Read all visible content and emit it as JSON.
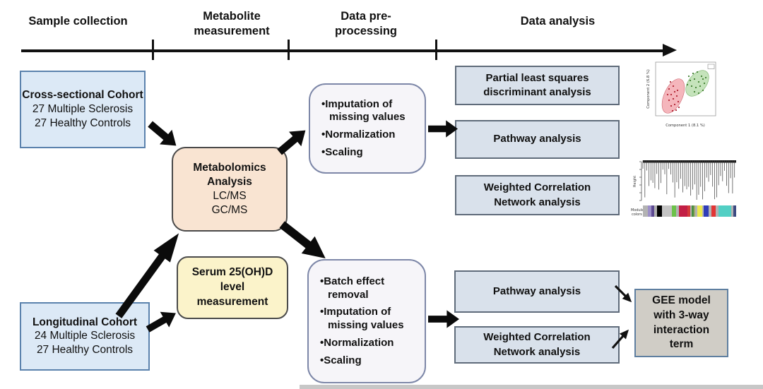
{
  "palette": {
    "cohort_fill": "#dce9f6",
    "cohort_border": "#5b82ad",
    "metabolomics_fill": "#f9e4d2",
    "serum_fill": "#fbf3ca",
    "preprocess_fill": "#f6f5f9",
    "preprocess_border": "#7d87a8",
    "analysis_fill": "#d9e1eb",
    "analysis_border": "#5f6b7a",
    "gee_fill": "#d0cdc6",
    "gee_border": "#5f7fa0",
    "arrow": "#0b0b0b"
  },
  "timeline": {
    "phases": [
      "Sample collection",
      "Metabolite measurement",
      "Data pre-processing",
      "Data analysis"
    ]
  },
  "boxes": {
    "cross_sectional": {
      "title": "Cross-sectional Cohort",
      "line1": "27 Multiple Sclerosis",
      "line2": "27 Healthy Controls"
    },
    "longitudinal": {
      "title": "Longitudinal Cohort",
      "line1": "24 Multiple Sclerosis",
      "line2": "27 Healthy Controls"
    },
    "metabolomics": {
      "title": "Metabolomics Analysis",
      "line1": "LC/MS",
      "line2": "GC/MS"
    },
    "serum": {
      "label": "Serum 25(OH)D level measurement"
    },
    "preprocess_top": {
      "items": [
        "Imputation of missing values",
        "Normalization",
        "Scaling"
      ]
    },
    "preprocess_bottom": {
      "items": [
        "Batch effect removal",
        "Imputation of missing values",
        "Normalization",
        "Scaling"
      ]
    },
    "plsda": {
      "label": "Partial least squares discriminant analysis"
    },
    "pathway_top": {
      "label": "Pathway analysis"
    },
    "wcna_top": {
      "label": "Weighted Correlation Network analysis"
    },
    "pathway_bottom": {
      "label": "Pathway analysis"
    },
    "wcna_bottom": {
      "label": "Weighted Correlation Network analysis"
    },
    "gee": {
      "label": "GEE model with 3-way interaction term"
    }
  },
  "thumbnails": {
    "plsda_plot": {
      "xlabel": "Component 1 (8.1 %)",
      "ylabel": "Component 2 (6.8 %)",
      "ms_color": "#e8808b",
      "hc_color": "#8fc97f"
    },
    "dendrogram": {
      "ylabel": "Height",
      "module_label_line1": "Module",
      "module_label_line2": "colors",
      "module_colors": [
        [
          "#b3b3b3",
          5
        ],
        [
          "#9c8fc7",
          4
        ],
        [
          "#5d4a91",
          3
        ],
        [
          "#b3b3b3",
          3
        ],
        [
          "#000000",
          6
        ],
        [
          "#c4c4c4",
          10
        ],
        [
          "#6cc24a",
          5
        ],
        [
          "#b3b3b3",
          3
        ],
        [
          "#c21f45",
          9
        ],
        [
          "#d43a3a",
          3
        ],
        [
          "#b3b3b3",
          2
        ],
        [
          "#4a8f3f",
          2
        ],
        [
          "#9aa86a",
          2
        ],
        [
          "#b3b3b3",
          2
        ],
        [
          "#ece94e",
          5
        ],
        [
          "#b3b3b3",
          2
        ],
        [
          "#2f3db8",
          5
        ],
        [
          "#b3b3b3",
          3
        ],
        [
          "#e23535",
          5
        ],
        [
          "#b3b3b3",
          3
        ],
        [
          "#52cfc4",
          14
        ],
        [
          "#b3b3b3",
          2
        ],
        [
          "#3c4b82",
          3
        ]
      ]
    }
  }
}
